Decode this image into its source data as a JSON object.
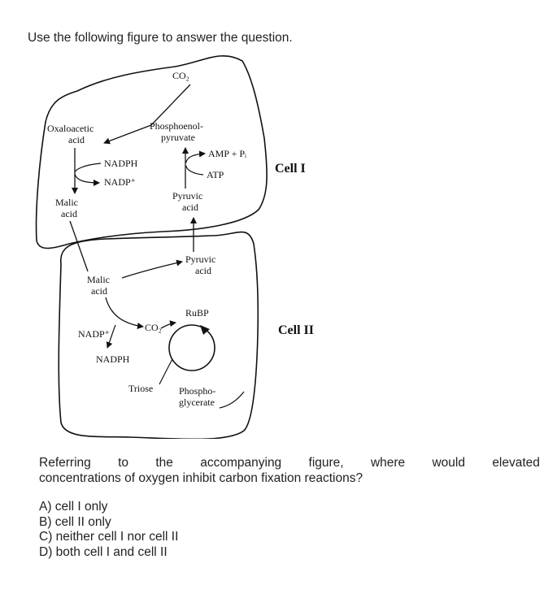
{
  "prompt": "Use the following figure to answer the question.",
  "diagram": {
    "cell1_label": "Cell I",
    "cell2_label": "Cell II",
    "co2_top": "CO₂",
    "oxaloacetic_1": "Oxaloacetic",
    "oxaloacetic_2": "acid",
    "pep_1": "Phosphoenol-",
    "pep_2": "pyruvate",
    "amp_pi": "AMP + Pᵢ",
    "atp": "ATP",
    "nadph_1": "NADPH",
    "nadp_1": "NADP⁺",
    "malic1_1": "Malic",
    "malic1_2": "acid",
    "pyruvic1_1": "Pyruvic",
    "pyruvic1_2": "acid",
    "pyruvic2_1": "Pyruvic",
    "pyruvic2_2": "acid",
    "malic2_1": "Malic",
    "malic2_2": "acid",
    "rubp": "RuBP",
    "nadp_2": "NADP⁺",
    "co2_2": "CO₂",
    "nadph_2": "NADPH",
    "triose": "Triose",
    "phospho_1": "Phospho-",
    "phospho_2": "glycerate"
  },
  "question": {
    "words_line1": [
      "Referring",
      "to",
      "the",
      "accompanying",
      "figure,",
      "where",
      "would",
      "elevated"
    ],
    "line2": "concentrations of oxygen inhibit carbon fixation reactions?"
  },
  "options": [
    "A) cell I only",
    "B) cell II only",
    "C) neither cell I nor cell II",
    "D) both cell I and cell II"
  ]
}
